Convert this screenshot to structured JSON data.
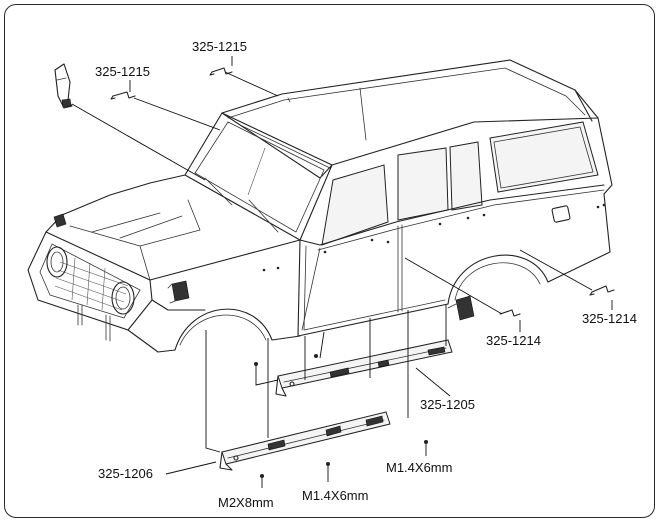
{
  "labels": {
    "mirror_clip_top": "325-1215",
    "mirror_clip_left": "325-1215",
    "side_clip_right": "325-1214",
    "side_clip_lower": "325-1214",
    "rear_sill_bracket": "325-1205",
    "front_sill_bracket": "325-1206",
    "screw_rear_sill": "M1.4X6mm",
    "screw_front_sill": "M1.4X6mm",
    "screw_front_bracket": "M2X8mm"
  },
  "colors": {
    "line": "#222222",
    "background": "#ffffff"
  }
}
